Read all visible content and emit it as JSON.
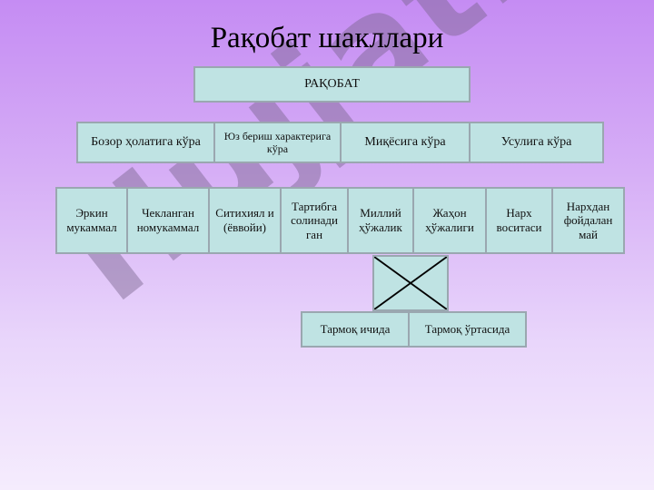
{
  "watermark": "Hujjat24",
  "title": "Рақобат шакллари",
  "root": "РАҚОБАТ",
  "level1": [
    "Бозор ҳолатига кўра",
    "Юз бериш характерига кўра",
    "Миқёсига кўра",
    "Усулига кўра"
  ],
  "level2": [
    "Эркин мукаммал",
    "Чекланган номукаммал",
    "Ситихиял и (ёввойи)",
    "Тартибга солинади ган",
    "Миллий ҳўжалик",
    "Жаҳон ҳўжалиги",
    "Нарх воситаси",
    "Нархдан фойдалан май"
  ],
  "level3": [
    "Тармоқ ичида",
    "Тармоқ ўртасида"
  ]
}
